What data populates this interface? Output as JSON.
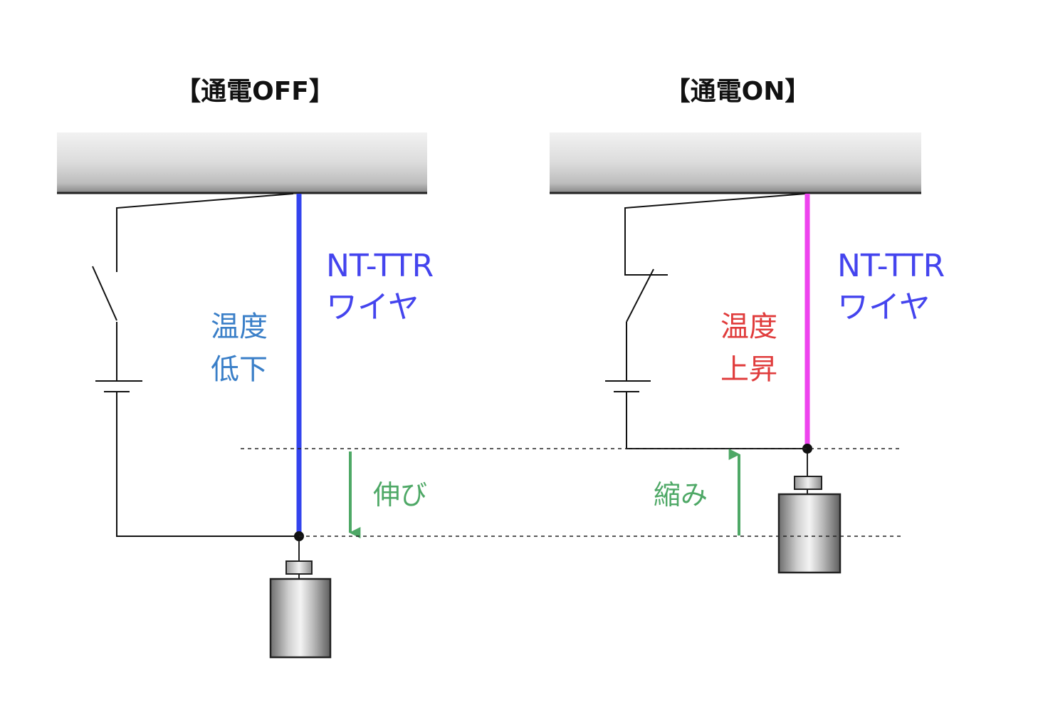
{
  "panels": {
    "off": {
      "title": "【通電OFF】",
      "wire_label_line1": "NT-TTR",
      "wire_label_line2": "ワイヤ",
      "temp_line1": "温度",
      "temp_line2": "低下",
      "movement": "伸び"
    },
    "on": {
      "title": "【通電ON】",
      "wire_label_line1": "NT-TTR",
      "wire_label_line2": "ワイヤ",
      "temp_line1": "温度",
      "temp_line2": "上昇",
      "movement": "縮み"
    }
  },
  "colors": {
    "wire_off": "#3344ee",
    "wire_on": "#ee44ee",
    "wire_label": "#4444ee",
    "temp_low": "#3a7fc8",
    "temp_high": "#e03c3c",
    "movement": "#4ea866"
  }
}
